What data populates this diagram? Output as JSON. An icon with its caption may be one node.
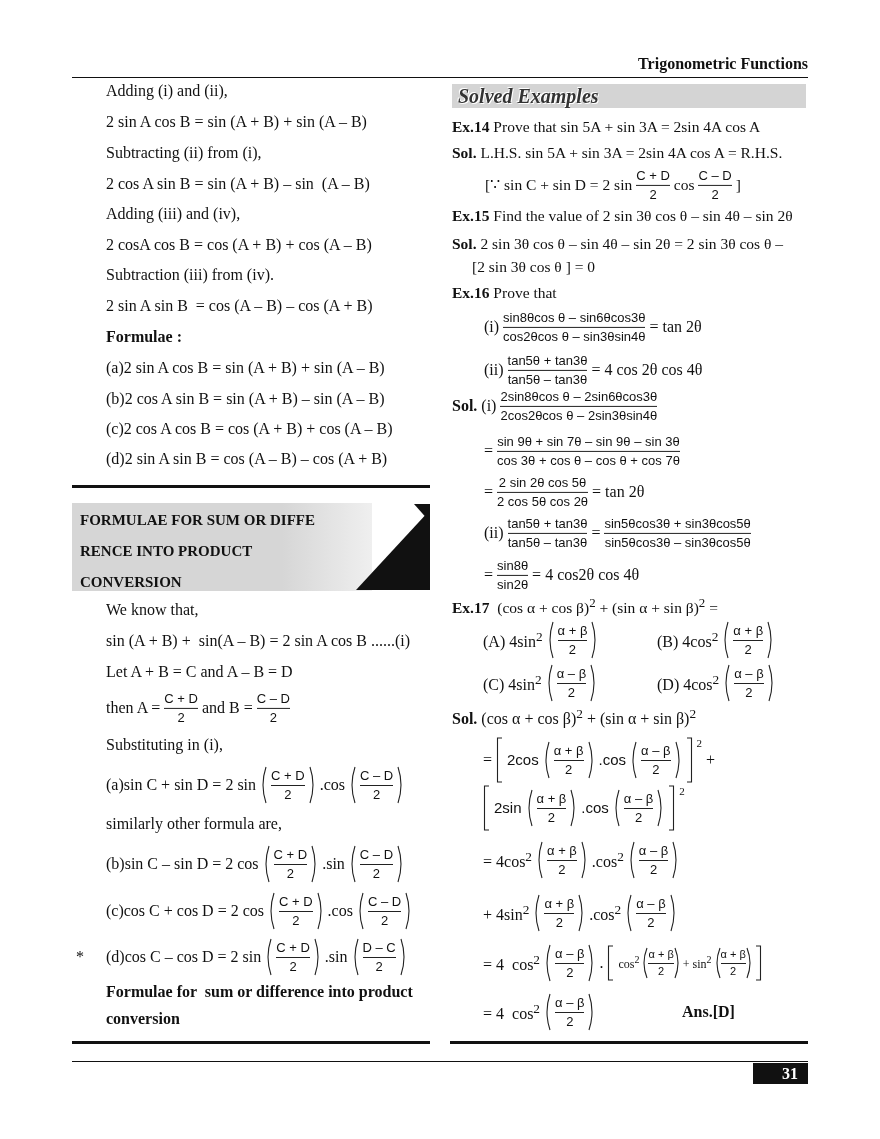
{
  "diagram": {
    "nodes": [
      {
        "text": [
          "FORMULAE FOR SUM OR DIFFE RENCE INTO PRODUCT CONVERSION"
        ]
      },
      {
        "text": [
          "Solved Examples"
        ]
      },
      {
        "text": [
          "31"
        ]
      }
    ],
    "labels": [
      "Trigonometric Functions",
      "Adding (i) and (ii),",
      "2 sin A cos B = sin (A + B) + sin (A – B)",
      "Subtracting (ii) from (i),",
      "2 cos A sin B = sin (A + B) – sin  (A – B)",
      "Adding (iii) and (iv),",
      "2 cosA cos B = cos (A + B) + cos (A – B)",
      "Subtraction (iii) from (iv).",
      "2 sin A sin B  = cos (A – B) – cos (A + B)",
      "Formulae :",
      "(a)2 sin A cos B = sin (A + B) + sin (A – B)",
      "(b)2 cos A sin B = sin (A + B) – sin (A – B)",
      "(c)2 cos A cos B = cos (A + B) + cos (A – B)",
      "(d)2 sin A sin B = cos (A – B) – cos (A + B)",
      "We know that,",
      "sin (A + B) +  sin(A – B) = 2 sin A cos B ......(i)",
      "Let A + B = C and A – B = D",
      "then A =",
      "C + D",
      "2",
      "and B =",
      "C – D",
      "2",
      "Substituting in (i),",
      "(a)sin C + sin D = 2 sin",
      "C + D",
      "2",
      ".cos",
      "C – D",
      "2",
      "similarly other formula are,",
      "(b)sin C – sin D = 2 cos",
      "C + D",
      "2",
      ".sin",
      "C – D",
      "2",
      "(c)cos C + cos D = 2 cos",
      "C + D",
      "2",
      ".cos",
      "C – D",
      "2",
      "*",
      "(d)cos C – cos D = 2 sin",
      "C + D",
      "2",
      ".sin",
      "D – C",
      "2",
      "Formulae for  sum or difference into product",
      "conversion",
      "**Ex.14** Prove that sin 5A + sin 3A = 2sin 4A cos A",
      "**Sol.** L.H.S. sin 5A + sin 3A = 2sin 4A cos A = R.H.S.",
      "[∵ sin C + sin D = 2 sin",
      "C + D",
      "2",
      "cos",
      "C – D",
      "2",
      "]",
      "**Ex.15** Find the value of 2 sin 3θ cos θ – sin 4θ – sin 2θ",
      "**Sol.** 2 sin 3θ cos θ – sin 4θ – sin 2θ = 2 sin 3θ cos θ –",
      "[2 sin 3θ cos θ ] = 0",
      "**Ex.16** Prove that",
      "(i)",
      "sin8θcos θ – sin6θcos3θ",
      "cos2θcos θ – sin3θsin4θ",
      "= tan 2θ",
      "(ii)",
      "tan5θ + tan3θ",
      "tan5θ – tan3θ",
      "= 4 cos 2θ cos 4θ",
      "**Sol.** (i)",
      "2sin8θcos θ – 2sin6θcos3θ",
      "2cos2θcos θ – 2sin3θsin4θ",
      "=",
      "sin 9θ + sin 7θ – sin 9θ – sin 3θ",
      "cos 3θ + cos θ – cos θ + cos 7θ",
      "=",
      "2 sin 2θ cos 5θ",
      "2 cos 5θ cos 2θ",
      "= tan 2θ",
      "(ii)",
      "tan5θ + tan3θ",
      "tan5θ – tan3θ",
      "=",
      "sin5θcos3θ + sin3θcos5θ",
      "sin5θcos3θ – sin3θcos5θ",
      "=",
      "sin8θ",
      "sin2θ",
      "= 4 cos2θ cos 4θ",
      "**Ex.17**  (cos α + cos β)$^{2}$ + (sin α + sin β)$^{2}$ =",
      "(A) 4sin$^{2}$",
      "α + β",
      "2",
      "(B) 4cos$^{2}$",
      "α + β",
      "2",
      "(C) 4sin$^{2}$",
      "α – β",
      "2",
      "(D) 4cos$^{2}$",
      "α – β",
      "2",
      "**Sol.** (cos α + cos β)$^{2}$ + (sin α + sin β)$^{2}$",
      "=",
      "2cos",
      "α + β",
      "2",
      ".cos",
      "α – β",
      "2",
      "2",
      "+",
      "2sin",
      "α + β",
      "2",
      ".cos",
      "α – β",
      "2",
      "2",
      "= 4cos$^{2}$",
      "α + β",
      "2",
      ".cos$^{2}$",
      "α – β",
      "2",
      "+ 4sin$^{2}$",
      "α + β",
      "2",
      ".cos$^{2}$",
      "α – β",
      "2",
      "= 4  cos$^{2}$",
      "α – β",
      "2",
      ".",
      "cos$^{2}$",
      "α + β",
      "2",
      "+ sin$^{2}$",
      "α + β",
      "2",
      "= 4  cos$^{2}$",
      "α – β",
      "2",
      "Ans.[D]"
    ]
  }
}
